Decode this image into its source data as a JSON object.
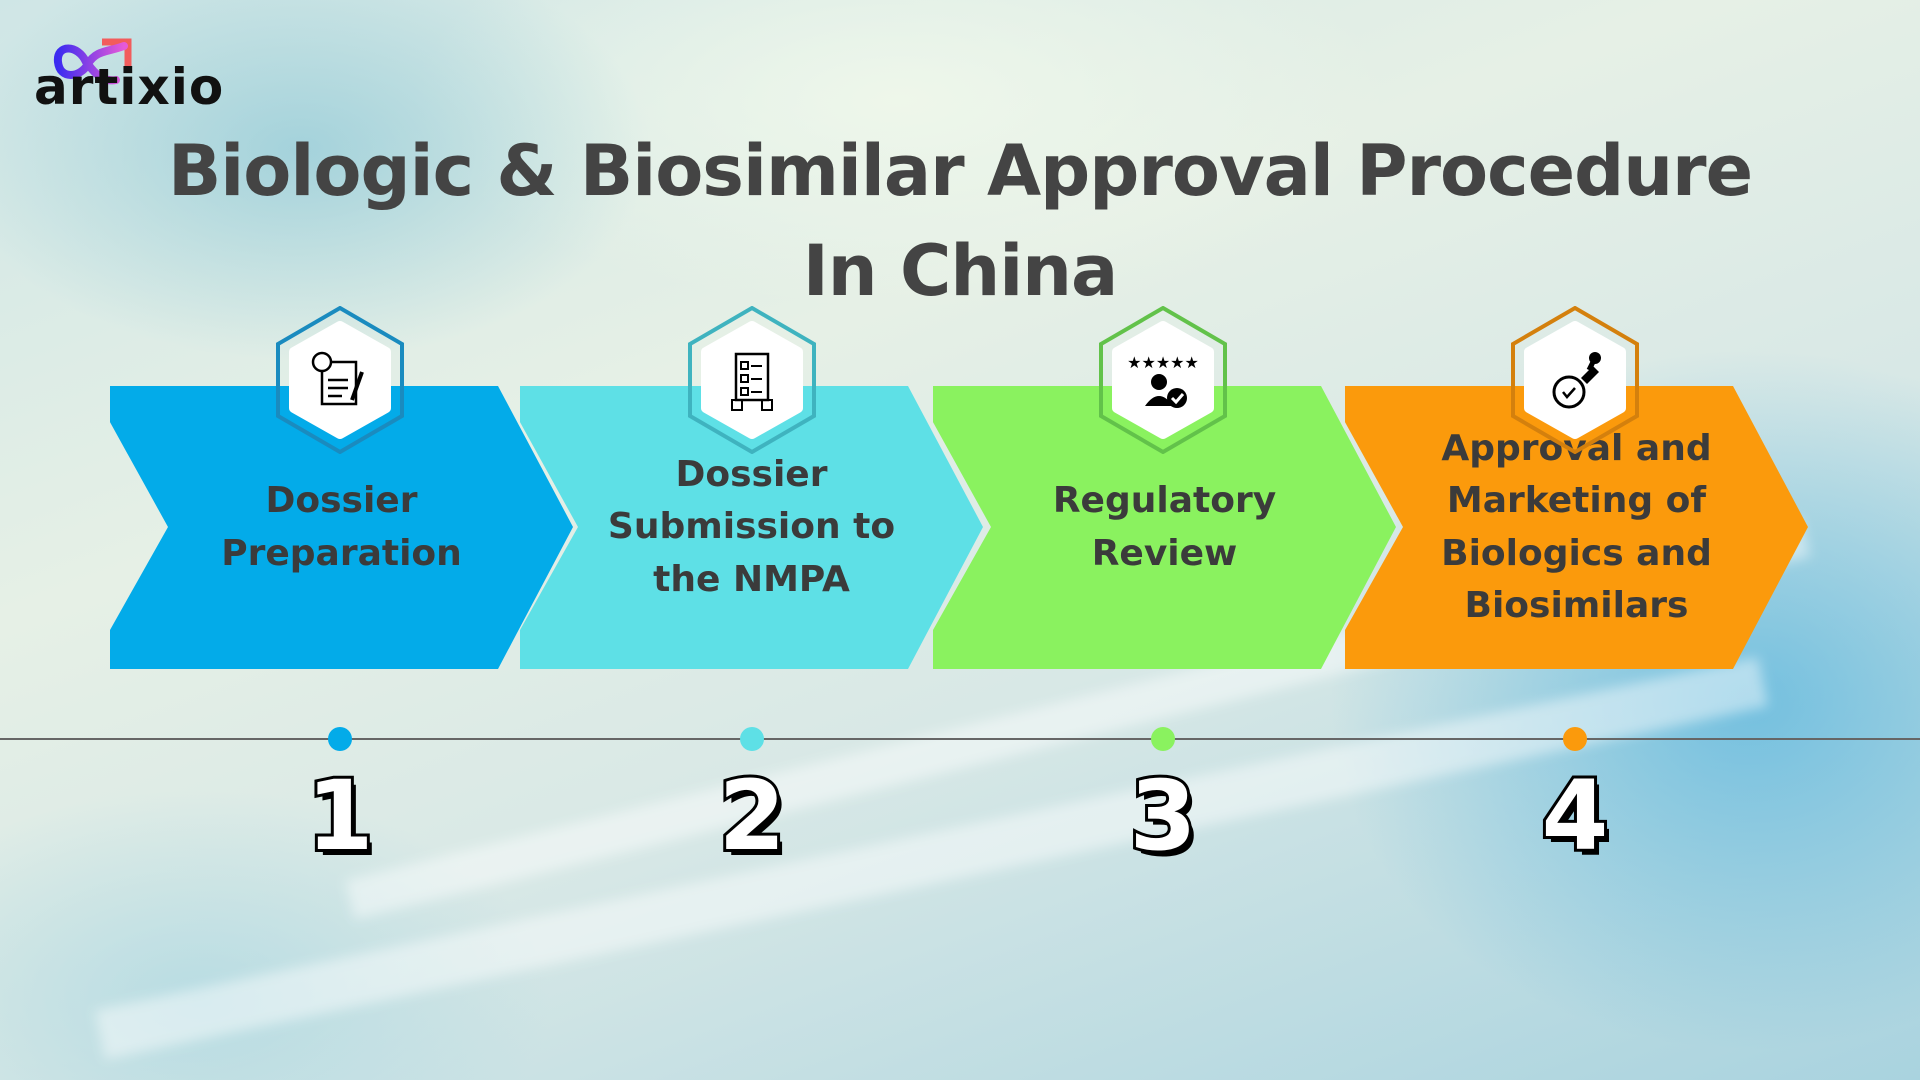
{
  "brand": {
    "name": "artixio"
  },
  "title": {
    "line1": "Biologic & Biosimilar Approval Procedure",
    "line2": "In China"
  },
  "steps": [
    {
      "number": "1",
      "label": "Dossier Preparation",
      "color": "#03abe9",
      "hex_border": "#1a8bbf",
      "icon": "document-gear-pen-icon"
    },
    {
      "number": "2",
      "label": "Dossier Submission to the NMPA",
      "color": "#5ee0e6",
      "hex_border": "#3fb3bf",
      "icon": "checklist-hands-icon"
    },
    {
      "number": "3",
      "label": "Regulatory Review",
      "color": "#8af25f",
      "hex_border": "#62c24a",
      "icon": "star-rating-user-check-icon"
    },
    {
      "number": "4",
      "label": "Approval and Marketing of Biologics and Biosimilars",
      "color": "#fb9a0c",
      "hex_border": "#d4800d",
      "icon": "approval-stamp-icon"
    }
  ]
}
